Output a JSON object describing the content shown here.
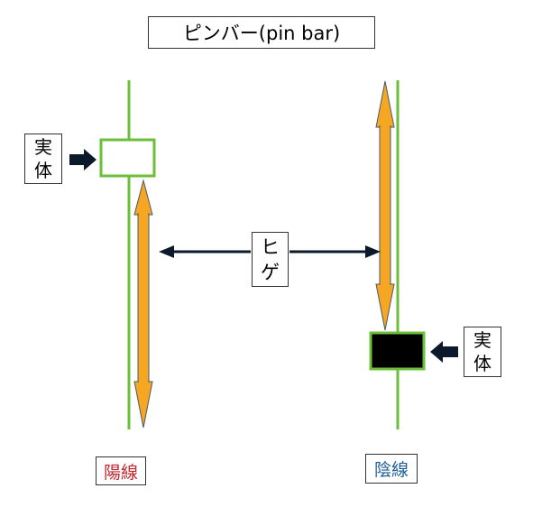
{
  "title": "ピンバー(pin bar)",
  "labels": {
    "body_left": [
      "実",
      "体"
    ],
    "body_right": [
      "実",
      "体"
    ],
    "wick": [
      "ヒ",
      "ゲ"
    ],
    "bullish": "陽線",
    "bearish": "陰線"
  },
  "colors": {
    "line": "#6cbf3a",
    "wick_arrow": "#f5a623",
    "arrow_outline": "#4a5a6a",
    "bearish_body": "#000000",
    "bullish_text": "#c0282d",
    "bearish_text": "#1f5f95",
    "pointer_arrow": "#0b1a2a"
  }
}
